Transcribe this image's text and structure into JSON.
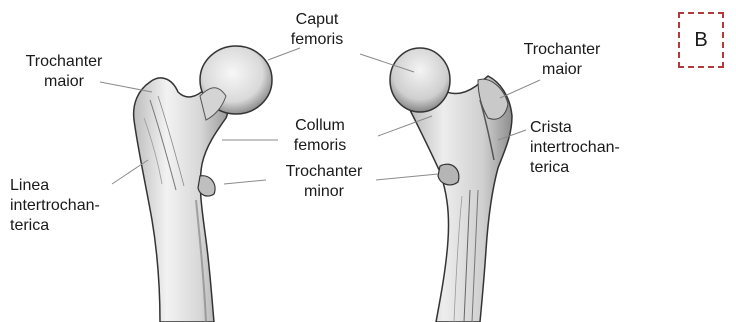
{
  "panel_letter": "B",
  "labels": {
    "caput_femoris": "Caput femoris",
    "caput_line1": "Caput",
    "caput_line2": "femoris",
    "trochanter_maior_left_line1": "Trochanter",
    "trochanter_maior_left_line2": "maior",
    "trochanter_maior_right_line1": "Trochanter",
    "trochanter_maior_right_line2": "maior",
    "collum_line1": "Collum",
    "collum_line2": "femoris",
    "crista_line1": "Crista",
    "crista_line2": "intertrochan-",
    "crista_line3": "terica",
    "trochanter_minor_line1": "Trochanter",
    "trochanter_minor_line2": "minor",
    "linea_line1": "Linea",
    "linea_line2": "intertrochan-",
    "linea_line3": "terica"
  },
  "colors": {
    "bone_fill": "#e6e6e6",
    "bone_shadow": "#9a9a9a",
    "bone_outline": "#333333",
    "leader_line": "#8a8a8a",
    "panel_border": "#b33a3a"
  }
}
